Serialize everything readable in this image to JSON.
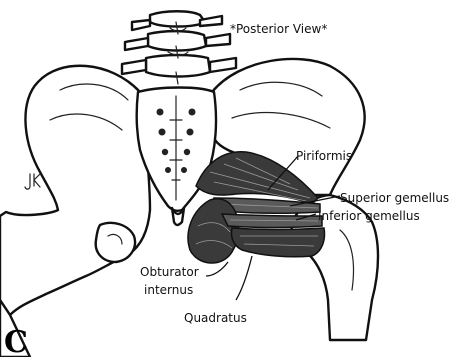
{
  "view_note": "*Posterior View*",
  "labels": {
    "piriformis": "Piriformis",
    "superior_gemellus": "Superior gemellus",
    "inferior_gemellus": "Inferior gemellus",
    "obturator_internus_line1": "Obturator",
    "obturator_internus_line2": "internus",
    "quadratus": "Quadratus"
  },
  "panel_letter": "C",
  "artist_mark": "JK",
  "colors": {
    "ink": "#111111",
    "muscle": "#3a3a3a",
    "background": "#ffffff"
  }
}
